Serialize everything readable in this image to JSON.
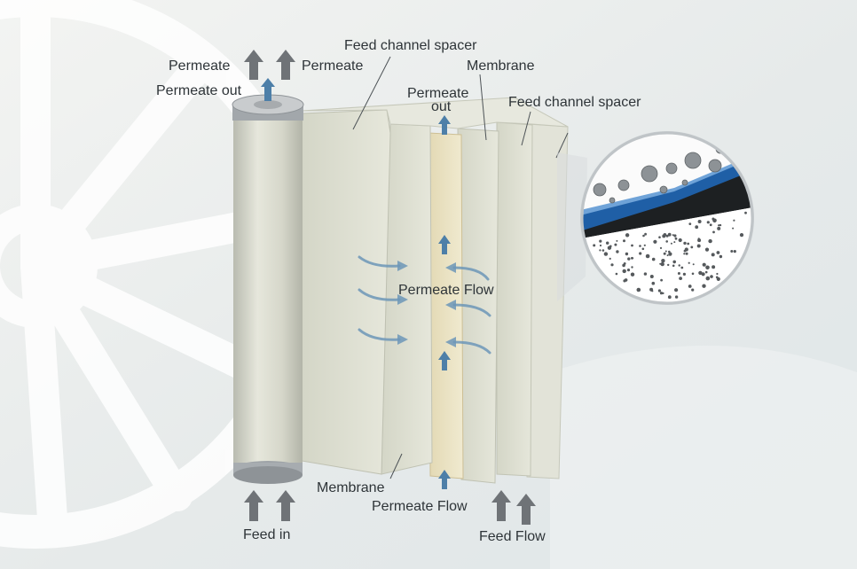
{
  "labels": {
    "permeate_left": "Permeate",
    "permeate_right": "Permeate",
    "permeate_out_top": "Permeate out",
    "feed_channel_spacer_top": "Feed channel spacer",
    "membrane_top": "Membrane",
    "permeate_out_center_line1": "Permeate",
    "permeate_out_center_line2": "out",
    "feed_channel_spacer_right": "Feed channel spacer",
    "permeate_flow_center": "Permeate Flow",
    "membrane_bottom": "Membrane",
    "permeate_flow_bottom": "Permeate Flow",
    "feed_in": "Feed in",
    "feed_flow": "Feed Flow"
  },
  "colors": {
    "background": "#e9edee",
    "membrane_sheet": "#dfe0d3",
    "permeate_carrier": "#ebe3c4",
    "tube": "#d9dacd",
    "cap": "#9aa0a4",
    "arrow_gray": "#6f7377",
    "arrow_blue": "#4d7fa8",
    "membrane_blue": "#1f5fa6",
    "text": "#2e3438"
  }
}
